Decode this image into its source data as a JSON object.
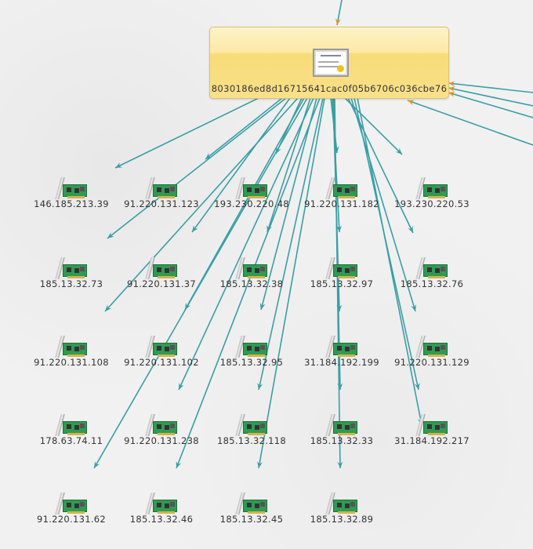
{
  "graph": {
    "root": {
      "label": "8030186ed8d16715641cac0f05b6706c036cbe76",
      "icon": "certificate-icon"
    },
    "nodes": [
      "146.185.213.39",
      "91.220.131.123",
      "193.230.220.48",
      "91.220.131.182",
      "193.230.220.53",
      "185.13.32.73",
      "91.220.131.37",
      "185.13.32.38",
      "185.13.32.97",
      "185.13.32.76",
      "91.220.131.108",
      "91.220.131.102",
      "185.13.32.95",
      "31.184.192.199",
      "91.220.131.129",
      "178.63.74.11",
      "91.220.131.238",
      "185.13.32.118",
      "185.13.32.33",
      "31.184.192.217",
      "91.220.131.62",
      "185.13.32.46",
      "185.13.32.45",
      "185.13.32.89"
    ],
    "node_icon": "network-card-icon",
    "colors": {
      "edge": "#3a9ea5",
      "incoming_arrow": "#e8922a",
      "root_fill": "#f9e08a"
    }
  }
}
